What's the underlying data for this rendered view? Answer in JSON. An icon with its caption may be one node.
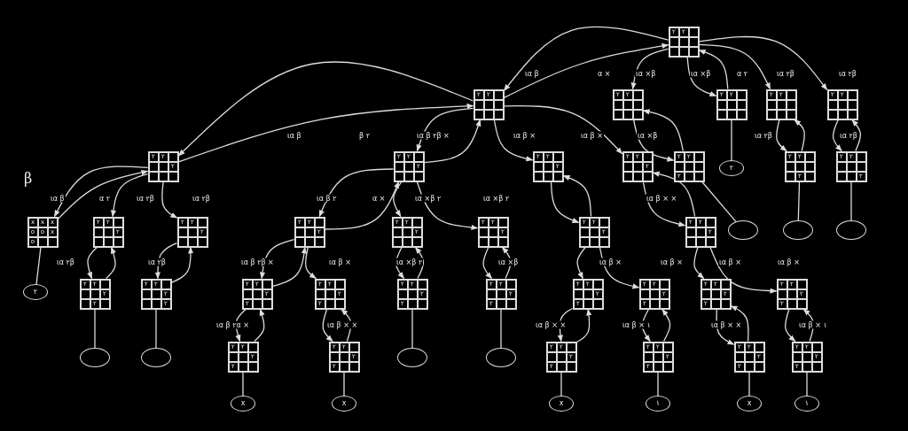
{
  "diagram": {
    "nodes": [
      {
        "text": [
          "٢",
          "٢"
        ]
      },
      {
        "text": [
          "٢",
          "٢"
        ]
      },
      {
        "text": [
          "٢",
          "٢"
        ]
      },
      {
        "text": [
          "٢",
          "٢"
        ]
      },
      {
        "text": [
          "٢",
          "٢"
        ]
      },
      {
        "text": [
          "٢",
          "٢"
        ]
      },
      {
        "text": [
          "٢",
          "٢",
          "٢"
        ]
      },
      {
        "text": [
          "٢",
          "٢",
          "٢"
        ]
      },
      {
        "text": [
          "٢",
          "٢",
          "٢"
        ]
      },
      {
        "text": [
          "٢",
          "٢",
          "٢"
        ]
      },
      {
        "text": [
          "٢",
          "٢",
          "٢"
        ]
      },
      {
        "text": [
          "٢"
        ]
      },
      {
        "text": [
          "٢",
          "٢",
          "٢"
        ]
      },
      {
        "text": [
          "٢",
          "٢",
          "٢"
        ]
      },
      {
        "text": [
          "x",
          "x",
          "x",
          "o",
          "o",
          "x",
          "o"
        ]
      },
      {
        "text": [
          "٢",
          "٢",
          "٢"
        ]
      },
      {
        "text": [
          "٢",
          "٢",
          "٢"
        ]
      },
      {
        "text": [
          "٢",
          "٢",
          "٢"
        ]
      },
      {
        "text": [
          "٢",
          "٢",
          "٢"
        ]
      },
      {
        "text": [
          "٢",
          "٢",
          "٢"
        ]
      },
      {
        "text": [
          "٢",
          "٢",
          "٢"
        ]
      },
      {
        "text": [
          "٢",
          "٢",
          "٢"
        ]
      },
      {
        "text": [],
        "shape": "ellipse"
      },
      {
        "text": [],
        "shape": "ellipse"
      },
      {
        "text": [],
        "shape": "ellipse"
      },
      {
        "text": [
          "٢"
        ]
      },
      {
        "text": [
          "٢",
          "٢",
          "٢",
          "٢"
        ]
      },
      {
        "text": [
          "٢",
          "٢",
          "٢",
          "٢"
        ]
      },
      {
        "text": [
          "٢",
          "٢",
          "٢",
          "٢"
        ]
      },
      {
        "text": [
          "٢",
          "٢",
          "٢",
          "٢"
        ]
      },
      {
        "text": [
          "٢",
          "٢",
          "٢",
          "٢"
        ]
      },
      {
        "text": [
          "٢",
          "٢",
          "٢",
          "٢"
        ]
      },
      {
        "text": [
          "٢",
          "٢",
          "٢",
          "٢"
        ]
      },
      {
        "text": [
          "٢",
          "٢",
          "٢",
          "٢"
        ]
      },
      {
        "text": [
          "٢",
          "٢",
          "٢",
          "٢"
        ]
      },
      {
        "text": [
          "٢",
          "٢",
          "٢",
          "٢"
        ]
      },
      {
        "text": [],
        "shape": "ellipse"
      },
      {
        "text": [],
        "shape": "ellipse"
      },
      {
        "text": [
          "٢",
          "٢",
          "٢",
          "٢"
        ]
      },
      {
        "text": [
          "٢",
          "٢",
          "٢",
          "٢"
        ]
      },
      {
        "text": [],
        "shape": "ellipse"
      },
      {
        "text": [],
        "shape": "ellipse"
      },
      {
        "text": [
          "٢",
          "٢",
          "٢",
          "٢"
        ]
      },
      {
        "text": [
          "٢",
          "٢",
          "٢",
          "٢"
        ]
      },
      {
        "text": [
          "٢",
          "٢",
          "٢",
          "٢"
        ]
      },
      {
        "text": [
          "٢",
          "٢",
          "٢",
          "٢"
        ]
      },
      {
        "text": [
          "x"
        ]
      },
      {
        "text": [
          "x"
        ]
      },
      {
        "text": [
          "x"
        ]
      },
      {
        "text": [
          "١"
        ]
      },
      {
        "text": [
          "x"
        ]
      },
      {
        "text": [
          "١"
        ]
      }
    ],
    "edges": [
      {
        "from": 0,
        "to": 1,
        "arrow": "to"
      },
      {
        "from": 1,
        "to": 0,
        "arrow": "to"
      },
      {
        "from": 0,
        "to": 2,
        "arrow": "to"
      },
      {
        "from": 0,
        "to": 3,
        "arrow": "to"
      },
      {
        "from": 3,
        "to": 0,
        "arrow": "to"
      },
      {
        "from": 0,
        "to": 4,
        "arrow": "to"
      },
      {
        "from": 0,
        "to": 5,
        "arrow": "to"
      },
      {
        "from": 1,
        "to": 6,
        "arrow": "to"
      },
      {
        "from": 6,
        "to": 1,
        "arrow": "to"
      },
      {
        "from": 1,
        "to": 7,
        "arrow": "to"
      },
      {
        "from": 7,
        "to": 1,
        "arrow": "to"
      },
      {
        "from": 1,
        "to": 8,
        "arrow": "to"
      },
      {
        "from": 1,
        "to": 9,
        "arrow": "to"
      },
      {
        "from": 2,
        "to": 10,
        "arrow": "to"
      },
      {
        "from": 10,
        "to": 2,
        "arrow": "to"
      },
      {
        "from": 3,
        "to": 11,
        "arrow": "none"
      },
      {
        "from": 4,
        "to": 12,
        "arrow": "to"
      },
      {
        "from": 12,
        "to": 4,
        "arrow": "to"
      },
      {
        "from": 5,
        "to": 13,
        "arrow": "to"
      },
      {
        "from": 13,
        "to": 5,
        "arrow": "to"
      },
      {
        "from": 10,
        "to": 22,
        "arrow": "none"
      },
      {
        "from": 12,
        "to": 23,
        "arrow": "none"
      },
      {
        "from": 13,
        "to": 24,
        "arrow": "none"
      },
      {
        "from": 6,
        "to": 14,
        "arrow": "to"
      },
      {
        "from": 14,
        "to": 6,
        "arrow": "to"
      },
      {
        "from": 6,
        "to": 15,
        "arrow": "to"
      },
      {
        "from": 6,
        "to": 16,
        "arrow": "to"
      },
      {
        "from": 14,
        "to": 25,
        "arrow": "none"
      },
      {
        "from": 15,
        "to": 26,
        "arrow": "to"
      },
      {
        "from": 26,
        "to": 15,
        "arrow": "to"
      },
      {
        "from": 16,
        "to": 27,
        "arrow": "to"
      },
      {
        "from": 27,
        "to": 16,
        "arrow": "to"
      },
      {
        "from": 26,
        "to": 36,
        "arrow": "none"
      },
      {
        "from": 27,
        "to": 37,
        "arrow": "none"
      },
      {
        "from": 7,
        "to": 17,
        "arrow": "to"
      },
      {
        "from": 17,
        "to": 7,
        "arrow": "to"
      },
      {
        "from": 7,
        "to": 18,
        "arrow": "to"
      },
      {
        "from": 7,
        "to": 19,
        "arrow": "to"
      },
      {
        "from": 18,
        "to": 30,
        "arrow": "to"
      },
      {
        "from": 30,
        "to": 18,
        "arrow": "to"
      },
      {
        "from": 19,
        "to": 31,
        "arrow": "to"
      },
      {
        "from": 31,
        "to": 19,
        "arrow": "to"
      },
      {
        "from": 30,
        "to": 40,
        "arrow": "none"
      },
      {
        "from": 31,
        "to": 41,
        "arrow": "none"
      },
      {
        "from": 17,
        "to": 28,
        "arrow": "to"
      },
      {
        "from": 28,
        "to": 17,
        "arrow": "to"
      },
      {
        "from": 17,
        "to": 29,
        "arrow": "to"
      },
      {
        "from": 28,
        "to": 38,
        "arrow": "to"
      },
      {
        "from": 38,
        "to": 28,
        "arrow": "to"
      },
      {
        "from": 29,
        "to": 39,
        "arrow": "to"
      },
      {
        "from": 39,
        "to": 29,
        "arrow": "to"
      },
      {
        "from": 38,
        "to": 46,
        "arrow": "none"
      },
      {
        "from": 39,
        "to": 47,
        "arrow": "none"
      },
      {
        "from": 8,
        "to": 20,
        "arrow": "to"
      },
      {
        "from": 20,
        "to": 8,
        "arrow": "to"
      },
      {
        "from": 20,
        "to": 32,
        "arrow": "to"
      },
      {
        "from": 20,
        "to": 33,
        "arrow": "to"
      },
      {
        "from": 32,
        "to": 42,
        "arrow": "to"
      },
      {
        "from": 42,
        "to": 32,
        "arrow": "to"
      },
      {
        "from": 33,
        "to": 43,
        "arrow": "to"
      },
      {
        "from": 43,
        "to": 33,
        "arrow": "to"
      },
      {
        "from": 42,
        "to": 48,
        "arrow": "none"
      },
      {
        "from": 43,
        "to": 49,
        "arrow": "none"
      },
      {
        "from": 9,
        "to": 21,
        "arrow": "to"
      },
      {
        "from": 21,
        "to": 9,
        "arrow": "to"
      },
      {
        "from": 21,
        "to": 34,
        "arrow": "to"
      },
      {
        "from": 21,
        "to": 35,
        "arrow": "to"
      },
      {
        "from": 34,
        "to": 44,
        "arrow": "to"
      },
      {
        "from": 44,
        "to": 34,
        "arrow": "to"
      },
      {
        "from": 35,
        "to": 45,
        "arrow": "to"
      },
      {
        "from": 45,
        "to": 35,
        "arrow": "to"
      },
      {
        "from": 44,
        "to": 50,
        "arrow": "none"
      },
      {
        "from": 45,
        "to": 51,
        "arrow": "none"
      }
    ],
    "labels": [
      "ια β",
      "α ×",
      "ια ×β",
      "ια ×β",
      "α ٢",
      "ια ٢β",
      "ια ٢β",
      "ια β",
      "β ٢",
      "ια β ٢β ×",
      "ια β ×",
      "ια β ×",
      "ια ×β",
      "ια ٢β",
      "ια ٢β",
      "β",
      "ια β",
      "α ٢",
      "ια ٢β",
      "ια ٢β",
      "ια β ٢",
      "α ×",
      "ια ×β ٢",
      "ια ×β ٢",
      "ια β × ×",
      "ια ٢β",
      "ια ٢β",
      "ια β ٢β ×",
      "ια β ×",
      "ια ×β ٢",
      "ια ×β",
      "ια β ×",
      "ια β ×",
      "ια β ×",
      "ια β ×",
      "ια β ٢α ×",
      "ια β × ×",
      "ια β × ×",
      "ια β × ١",
      "ια β × ×",
      "ια β × ١"
    ]
  }
}
